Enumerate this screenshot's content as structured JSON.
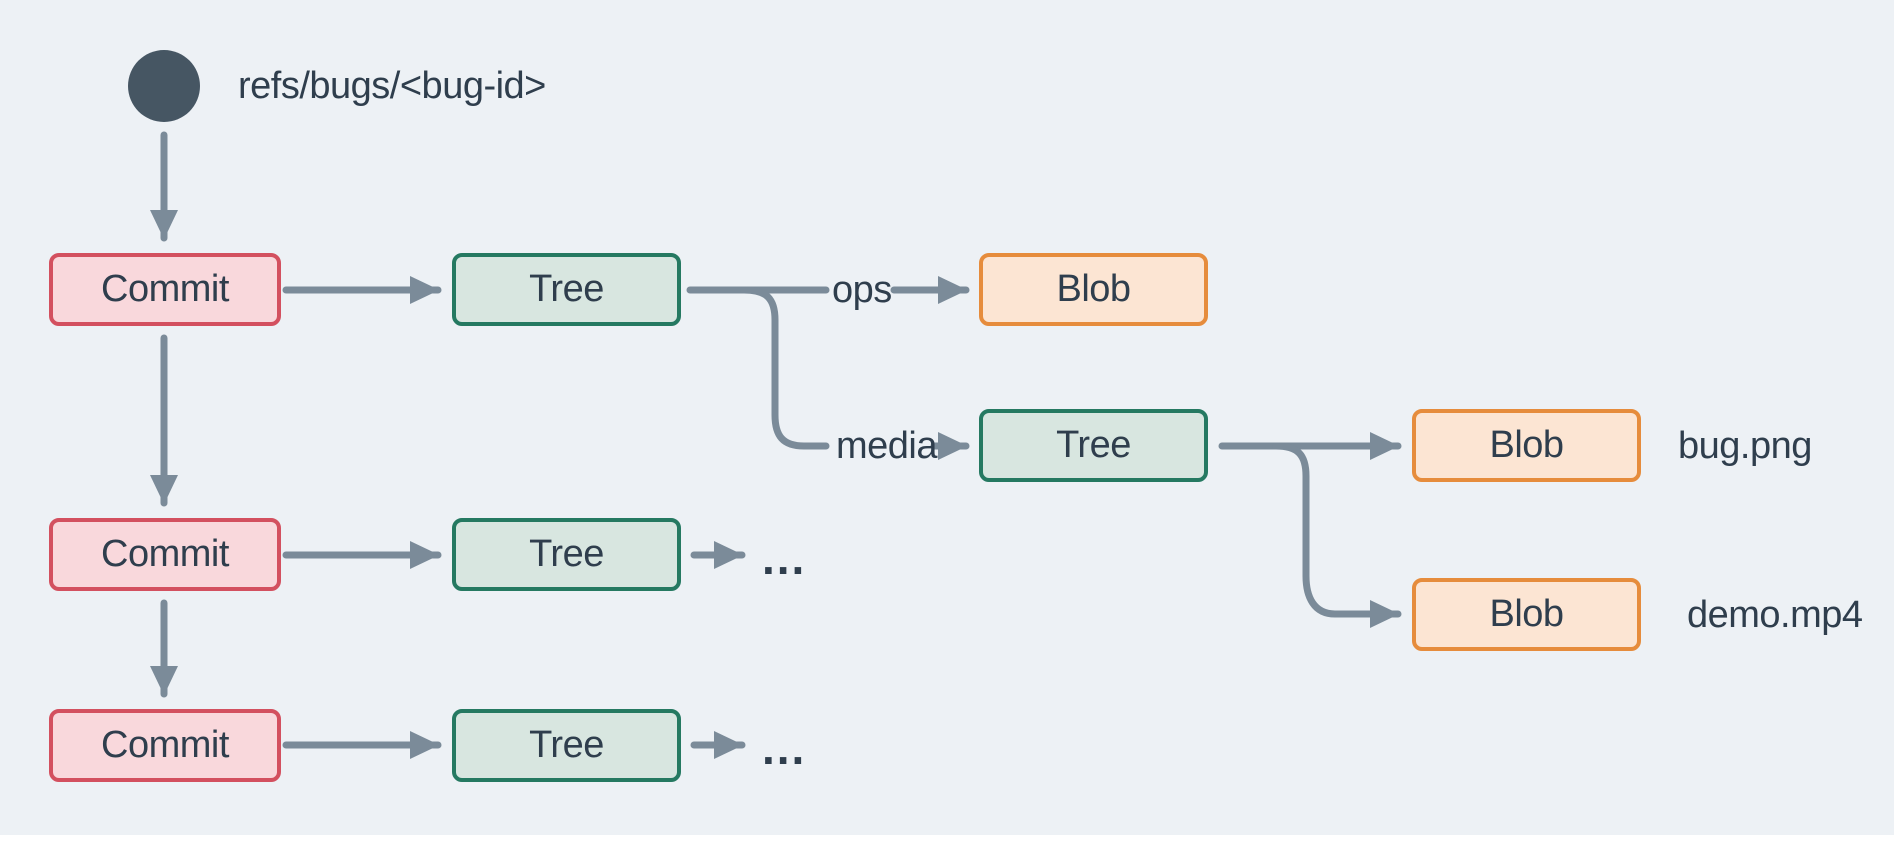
{
  "colors": {
    "bg": "#edf1f5",
    "strip": "#ffffff",
    "arrow": "#7b8b99",
    "text": "#2f3e4d",
    "circle": "#465663",
    "commit_fill": "#f9d8dc",
    "commit_border": "#d3505f",
    "tree_fill": "#d8e6e0",
    "tree_border": "#257961",
    "blob_fill": "#fce5d3",
    "blob_border": "#e68c3c"
  },
  "ref": {
    "label": "refs/bugs/<bug-id>"
  },
  "nodes": {
    "commit1": {
      "label": "Commit",
      "type": "commit"
    },
    "commit2": {
      "label": "Commit",
      "type": "commit"
    },
    "commit3": {
      "label": "Commit",
      "type": "commit"
    },
    "tree1": {
      "label": "Tree",
      "type": "tree"
    },
    "tree2": {
      "label": "Tree",
      "type": "tree"
    },
    "tree3": {
      "label": "Tree",
      "type": "tree"
    },
    "tree4": {
      "label": "Tree",
      "type": "tree"
    },
    "blob_ops": {
      "label": "Blob",
      "type": "blob"
    },
    "blob_bug": {
      "label": "Blob",
      "type": "blob"
    },
    "blob_demo": {
      "label": "Blob",
      "type": "blob"
    }
  },
  "edge_labels": {
    "ops": "ops",
    "media": "media"
  },
  "file_labels": {
    "bug": "bug.png",
    "demo": "demo.mp4"
  },
  "ellipsis": {
    "after_tree3": "...",
    "after_tree4": "..."
  }
}
